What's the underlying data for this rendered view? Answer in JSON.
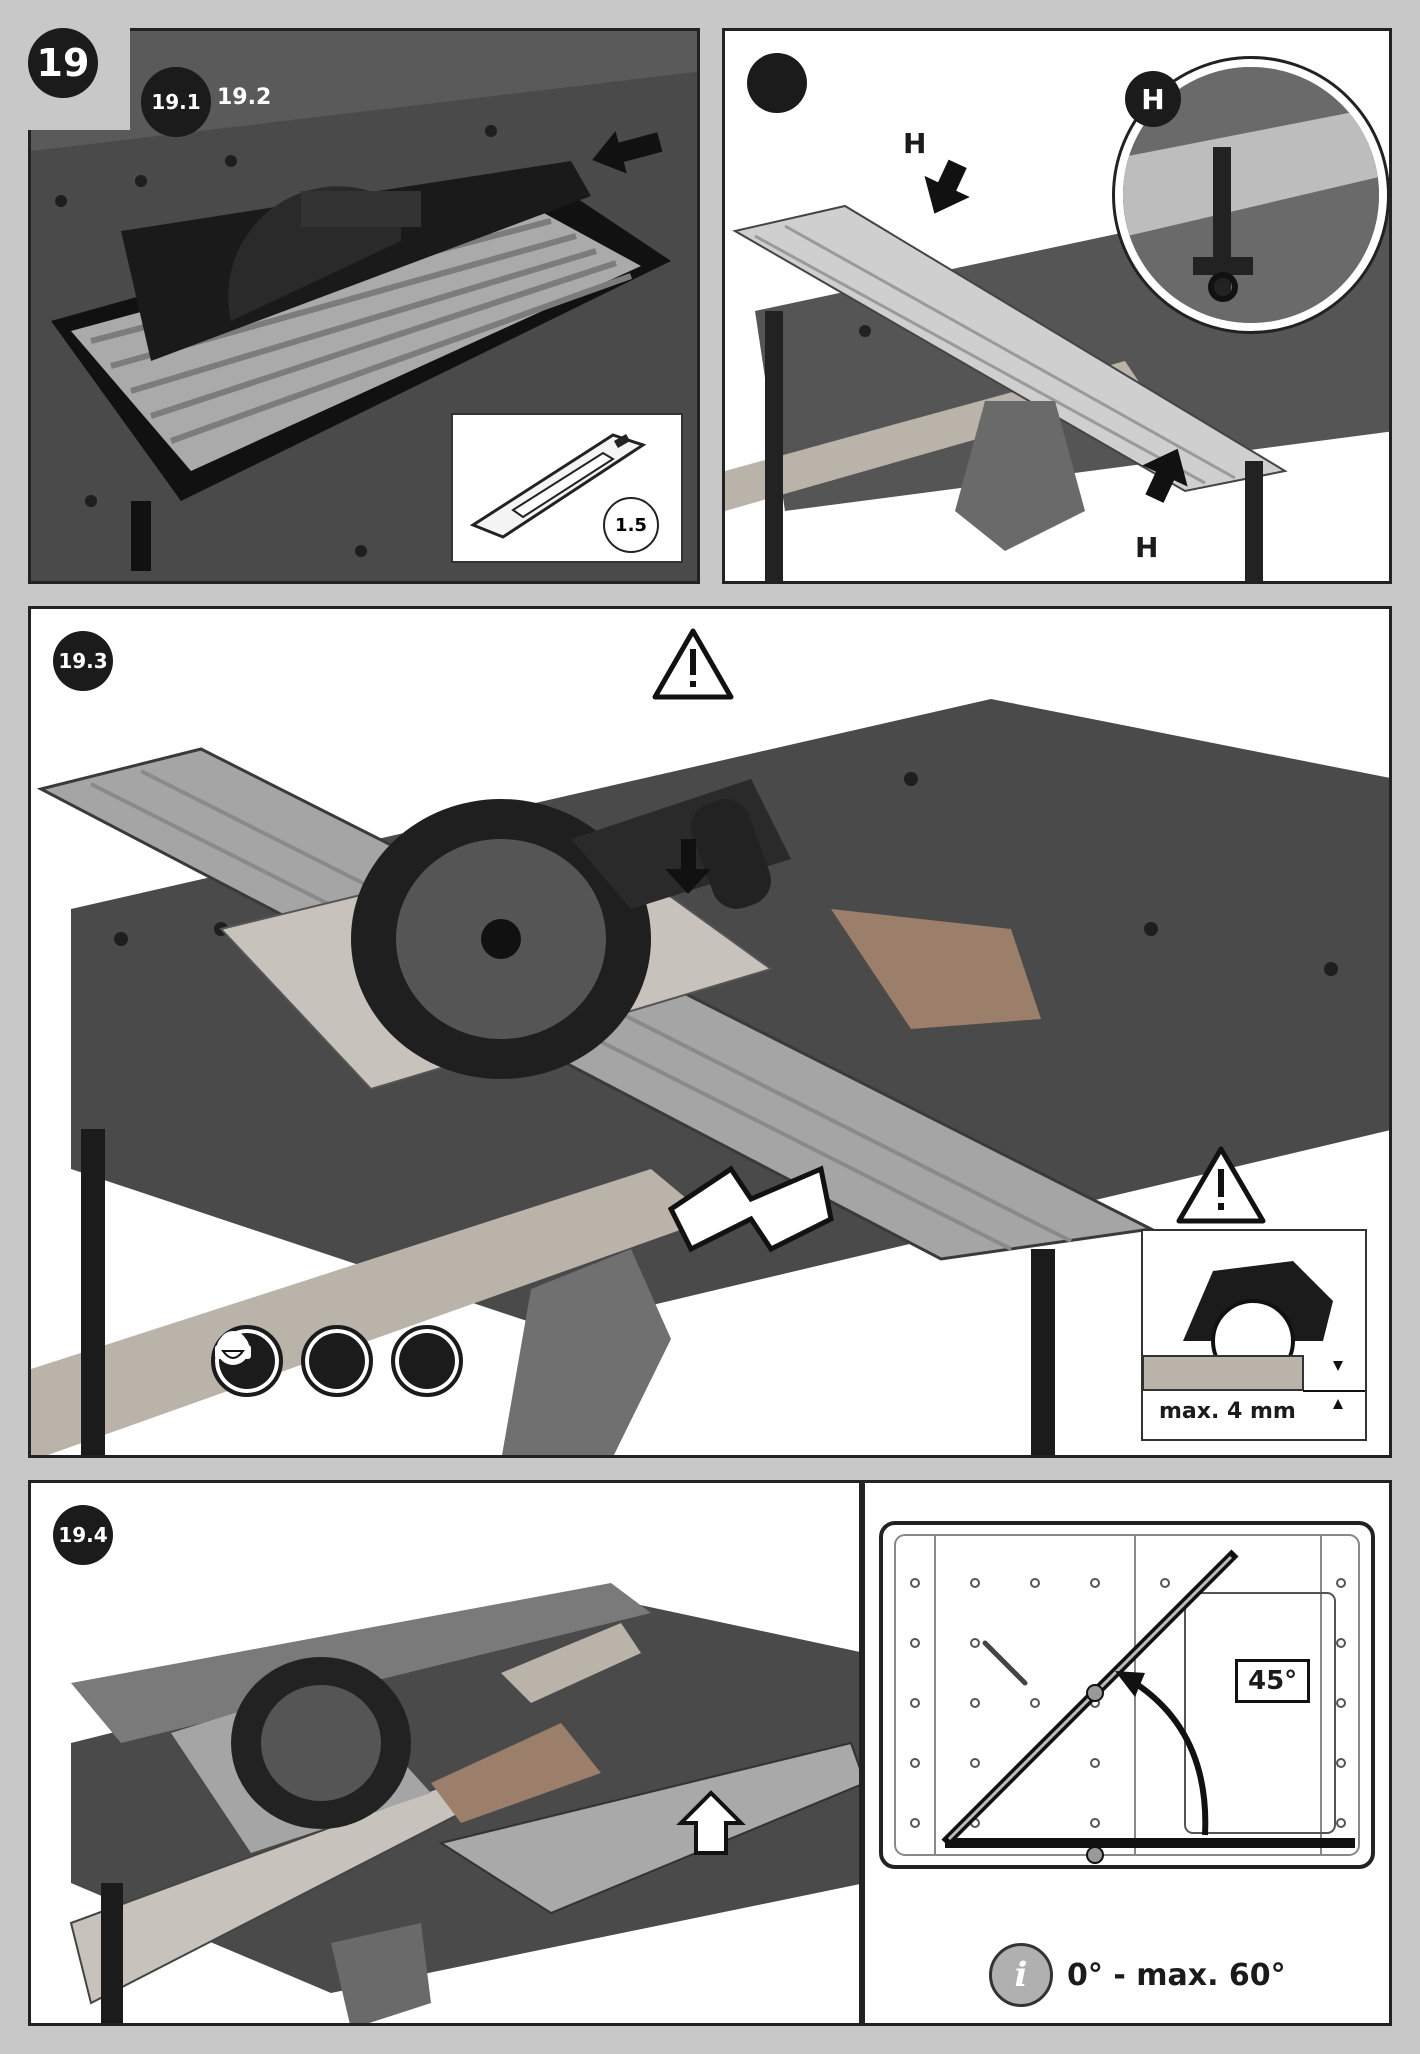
{
  "step": {
    "number": "19"
  },
  "panel_top_left": {
    "label_a": "19.1",
    "label_b": "19.2",
    "inset_label": "1.5"
  },
  "panel_top_right": {
    "label_h": "H",
    "zoom_label": "H"
  },
  "panel_middle": {
    "label": "19.3",
    "depth_text": "max. 4 mm",
    "warning_icon": "warning-triangle-icon",
    "ppe_icons": [
      "safety-goggles-icon",
      "ear-protection-icon",
      "dust-mask-icon"
    ]
  },
  "panel_bottom_left": {
    "label": "19.4"
  },
  "panel_bottom_right": {
    "angle_label": "45°",
    "info_text": "0° - max. 60°",
    "info_icon": "info-icon"
  },
  "colors": {
    "frame": "#c8c8c8",
    "ink": "#1b1b1b",
    "rail": "#8a8a8a",
    "table": "#4a4a4a",
    "wood": "#a8a29a"
  }
}
